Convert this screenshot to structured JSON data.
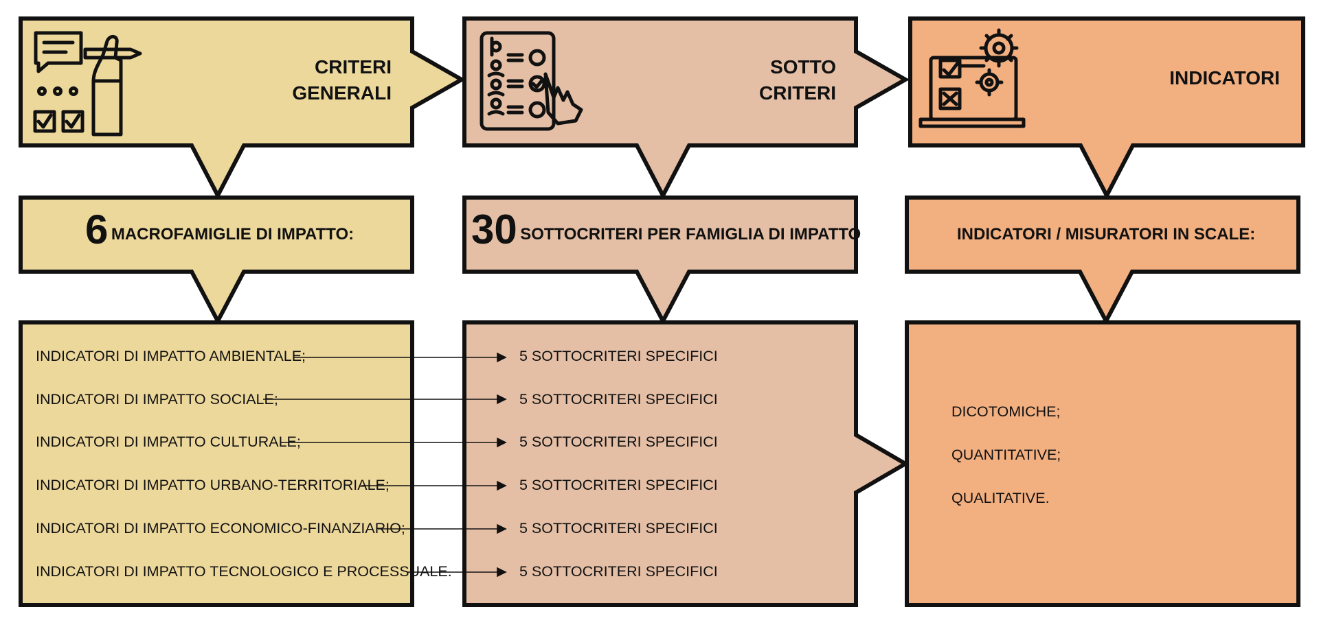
{
  "colors": {
    "column_1_fill": "#EDD89C",
    "column_2_fill": "#E4BFA6",
    "column_3_fill": "#F2AF80",
    "stroke": "#111111"
  },
  "icons": [
    "chat-hand-checklist-icon",
    "checklist-pointer-icon",
    "laptop-gears-checklist-icon"
  ],
  "columns": [
    {
      "header": [
        "CRITERI",
        "GENERALI"
      ],
      "summary_number": "6",
      "summary_text": "MACROFAMIGLIE DI IMPATTO:",
      "items": [
        "INDICATORI DI IMPATTO AMBIENTALE;",
        "INDICATORI DI IMPATTO SOCIALE;",
        "INDICATORI DI IMPATTO CULTURALE;",
        "INDICATORI DI IMPATTO URBANO-TERRITORIALE;",
        "INDICATORI DI IMPATTO ECONOMICO-FINANZIARIO;",
        "INDICATORI DI IMPATTO TECNOLOGICO E PROCESSUALE."
      ]
    },
    {
      "header": [
        "SOTTO",
        "CRITERI"
      ],
      "summary_number": "30",
      "summary_text": "SOTTOCRITERI PER FAMIGLIA DI IMPATTO",
      "items": [
        "5 SOTTOCRITERI SPECIFICI",
        "5 SOTTOCRITERI SPECIFICI",
        "5 SOTTOCRITERI SPECIFICI",
        "5 SOTTOCRITERI SPECIFICI",
        "5 SOTTOCRITERI SPECIFICI",
        "5 SOTTOCRITERI SPECIFICI"
      ]
    },
    {
      "header": [
        "INDICATORI"
      ],
      "summary_number": "",
      "summary_text": "INDICATORI / MISURATORI IN SCALE:",
      "items": [
        "DICOTOMICHE;",
        "QUANTITATIVE;",
        "QUALITATIVE."
      ]
    }
  ]
}
